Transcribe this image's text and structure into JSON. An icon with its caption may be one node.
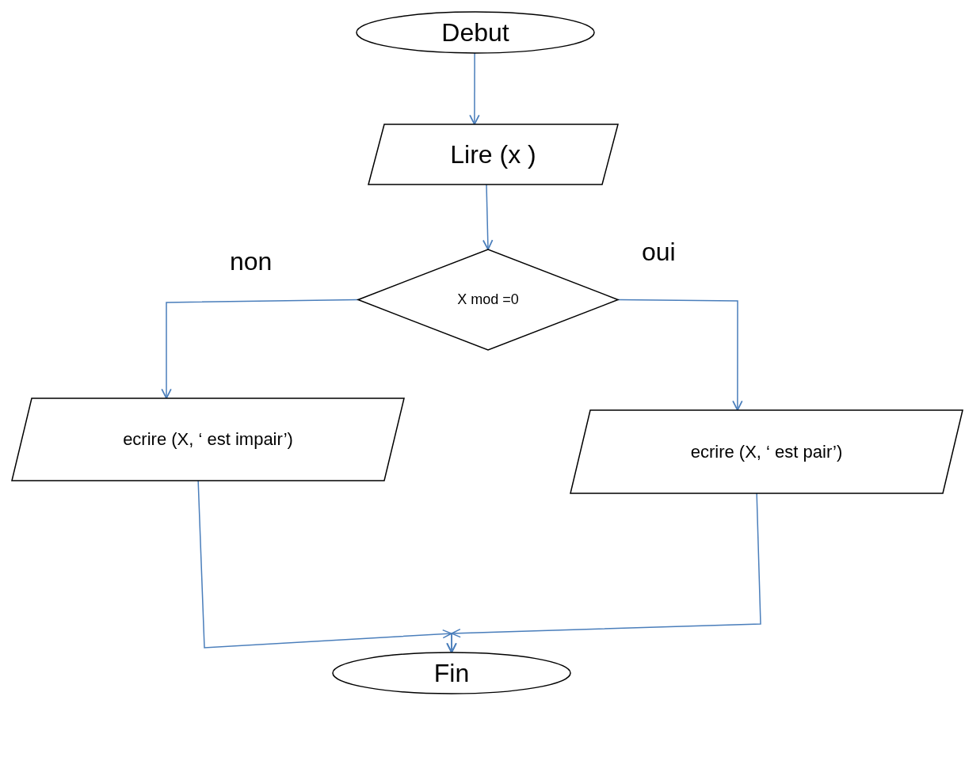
{
  "diagram": {
    "nodes": [
      {
        "text": [
          "Debut"
        ]
      },
      {
        "text": [
          "Lire (x )"
        ]
      },
      {
        "text": [
          "X mod =0"
        ]
      },
      {
        "text": [
          "ecrire (X,  ‘ est impair’)"
        ]
      },
      {
        "text": [
          "ecrire (X,  ‘ est pair’)"
        ]
      },
      {
        "text": [
          "Fin"
        ]
      }
    ],
    "edges": [
      {
        "from": 0,
        "to": 1,
        "arrow": "to"
      },
      {
        "from": 1,
        "to": 2,
        "arrow": "to"
      },
      {
        "from": 2,
        "to": 3,
        "arrow": "to",
        "label": "non"
      },
      {
        "from": 2,
        "to": 4,
        "arrow": "to",
        "label": "oui"
      },
      {
        "from": 3,
        "to": 5,
        "arrow": "to"
      },
      {
        "from": 4,
        "to": 5,
        "arrow": "to"
      }
    ]
  }
}
